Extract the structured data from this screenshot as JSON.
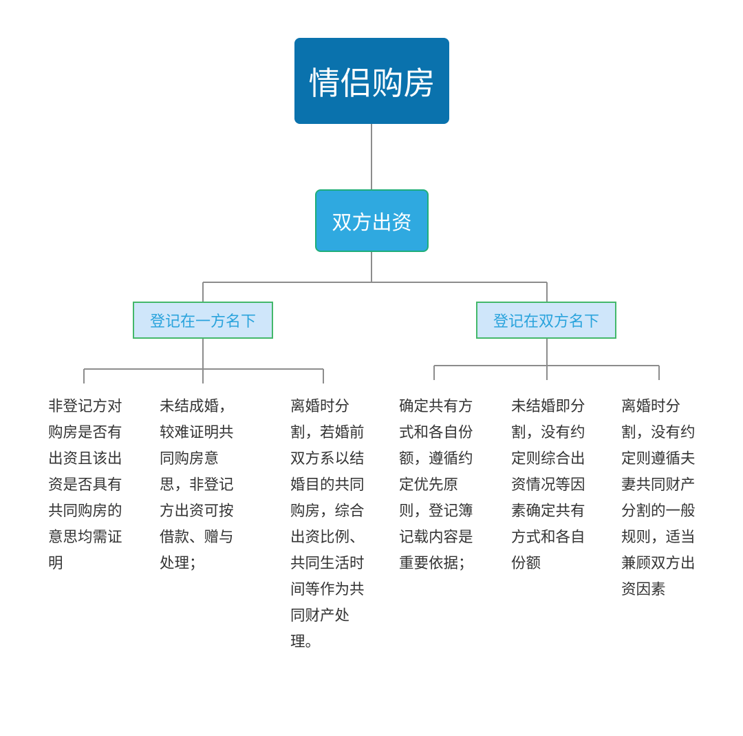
{
  "root": {
    "label": "情侣购房"
  },
  "middle": {
    "label": "双方出资"
  },
  "branches": [
    {
      "label": "登记在一方名下",
      "leaves": [
        "非登记方对购房是否有出资且该出资是否具有共同购房的意思均需证明",
        "未结成婚，较难证明共同购房意思，非登记方出资可按借款、赠与处理；",
        "离婚时分割，若婚前双方系以结婚目的共同购房，综合出资比例、共同生活时间等作为共同财产处理。"
      ]
    },
    {
      "label": "登记在双方名下",
      "leaves": [
        "确定共有方式和各自份额，遵循约定优先原则，登记簿记载内容是重要依据；",
        "未结婚即分割，没有约定则综合出资情况等因素确定共有方式和各自份额",
        "离婚时分割，没有约定则遵循夫妻共同财产分割的一般规则，适当兼顾双方出资因素"
      ]
    }
  ],
  "colors": {
    "root_fill": "#0a72ad",
    "middle_fill": "#2fa9e0",
    "middle_border": "#1fae7a",
    "branch_fill": "#cfe6fa",
    "branch_border": "#43b86a",
    "branch_text": "#2aa3dc",
    "connector": "#8c8c8c",
    "leaf_text": "#333333"
  }
}
